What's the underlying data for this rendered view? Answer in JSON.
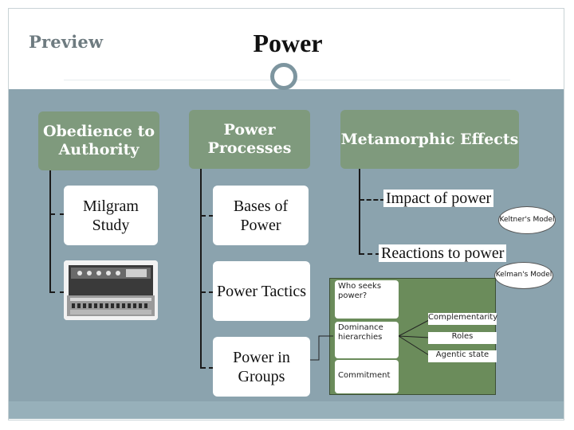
{
  "header": {
    "preview_label": "Preview",
    "title": "Power"
  },
  "columns": {
    "obedience": {
      "heading": "Obedience to Authority",
      "items": [
        "Milgram Study"
      ]
    },
    "processes": {
      "heading": "Power Processes",
      "items": [
        "Bases of Power",
        "Power Tactics",
        "Power in Groups"
      ]
    },
    "metamorphic": {
      "heading": "Metamorphic Effects",
      "items": [
        "Impact of power",
        "Reactions to power"
      ],
      "models": [
        "Keltner's Model",
        "Kelman's Model"
      ]
    }
  },
  "group_panel": {
    "left_items": [
      "Who seeks power?",
      "Dominance hierarchies",
      "Commitment"
    ],
    "right_items": [
      "Complementarity",
      "Roles",
      "Agentic state"
    ]
  },
  "colors": {
    "band": "#8ba3ae",
    "heading_box": "#7f9a7d",
    "panel": "#6b8c5b",
    "circle": "#7d959f"
  },
  "icons": {
    "photo": "milgram-shock-generator-image"
  }
}
